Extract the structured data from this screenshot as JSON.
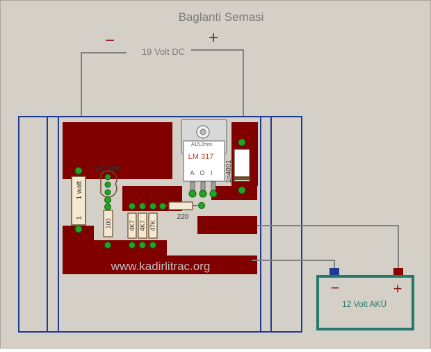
{
  "title": "Baglanti Semasi",
  "supply": {
    "label": "19 Volt DC",
    "minus": "−",
    "plus": "+"
  },
  "regulator": {
    "name": "LM 317",
    "code": "A15.2mm",
    "pins": "A O I"
  },
  "transistor": "BC 639",
  "diode": "1n4001",
  "resistors": {
    "power": "1 watt",
    "power_value": "1",
    "r100": "100",
    "r4k7a": "4K7",
    "r4k7b": "4K7",
    "r47k": "47K",
    "r220": "220"
  },
  "watermark": "www.kadirlitrac.org",
  "battery": {
    "label": "12 Volt AKÜ",
    "minus": "−",
    "plus": "+"
  },
  "colors": {
    "board_border": "#1f3a93",
    "copper": "#800000",
    "pad": "#22a522",
    "wire": "#808080",
    "battery": "#237a6a",
    "background": "#d4d0c8"
  }
}
